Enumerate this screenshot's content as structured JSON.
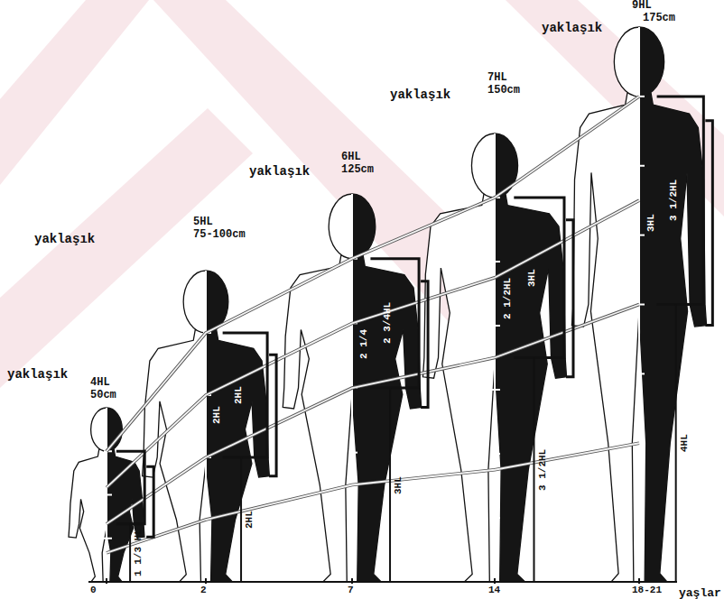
{
  "diagram": {
    "labels": [
      "9HL",
      "yaklaşık",
      "175cm",
      "7HL",
      "yaklaşık",
      "150cm",
      "6HL",
      "yaklaşık",
      "125cm",
      "5HL",
      "yaklaşık",
      "75-100cm",
      "4HL",
      "yaklaşık",
      "50cm",
      "3 1/2HL",
      "3HL",
      "3HL",
      "2 1/2HL",
      "2 3/4HL",
      "2 1/4",
      "2HL",
      "2HL",
      "1 1/3 HL",
      "2HL",
      "3HL",
      "3 1/2HL",
      "4HL",
      "0",
      "2",
      "7",
      "14",
      "18-21",
      "yaşlar"
    ]
  }
}
